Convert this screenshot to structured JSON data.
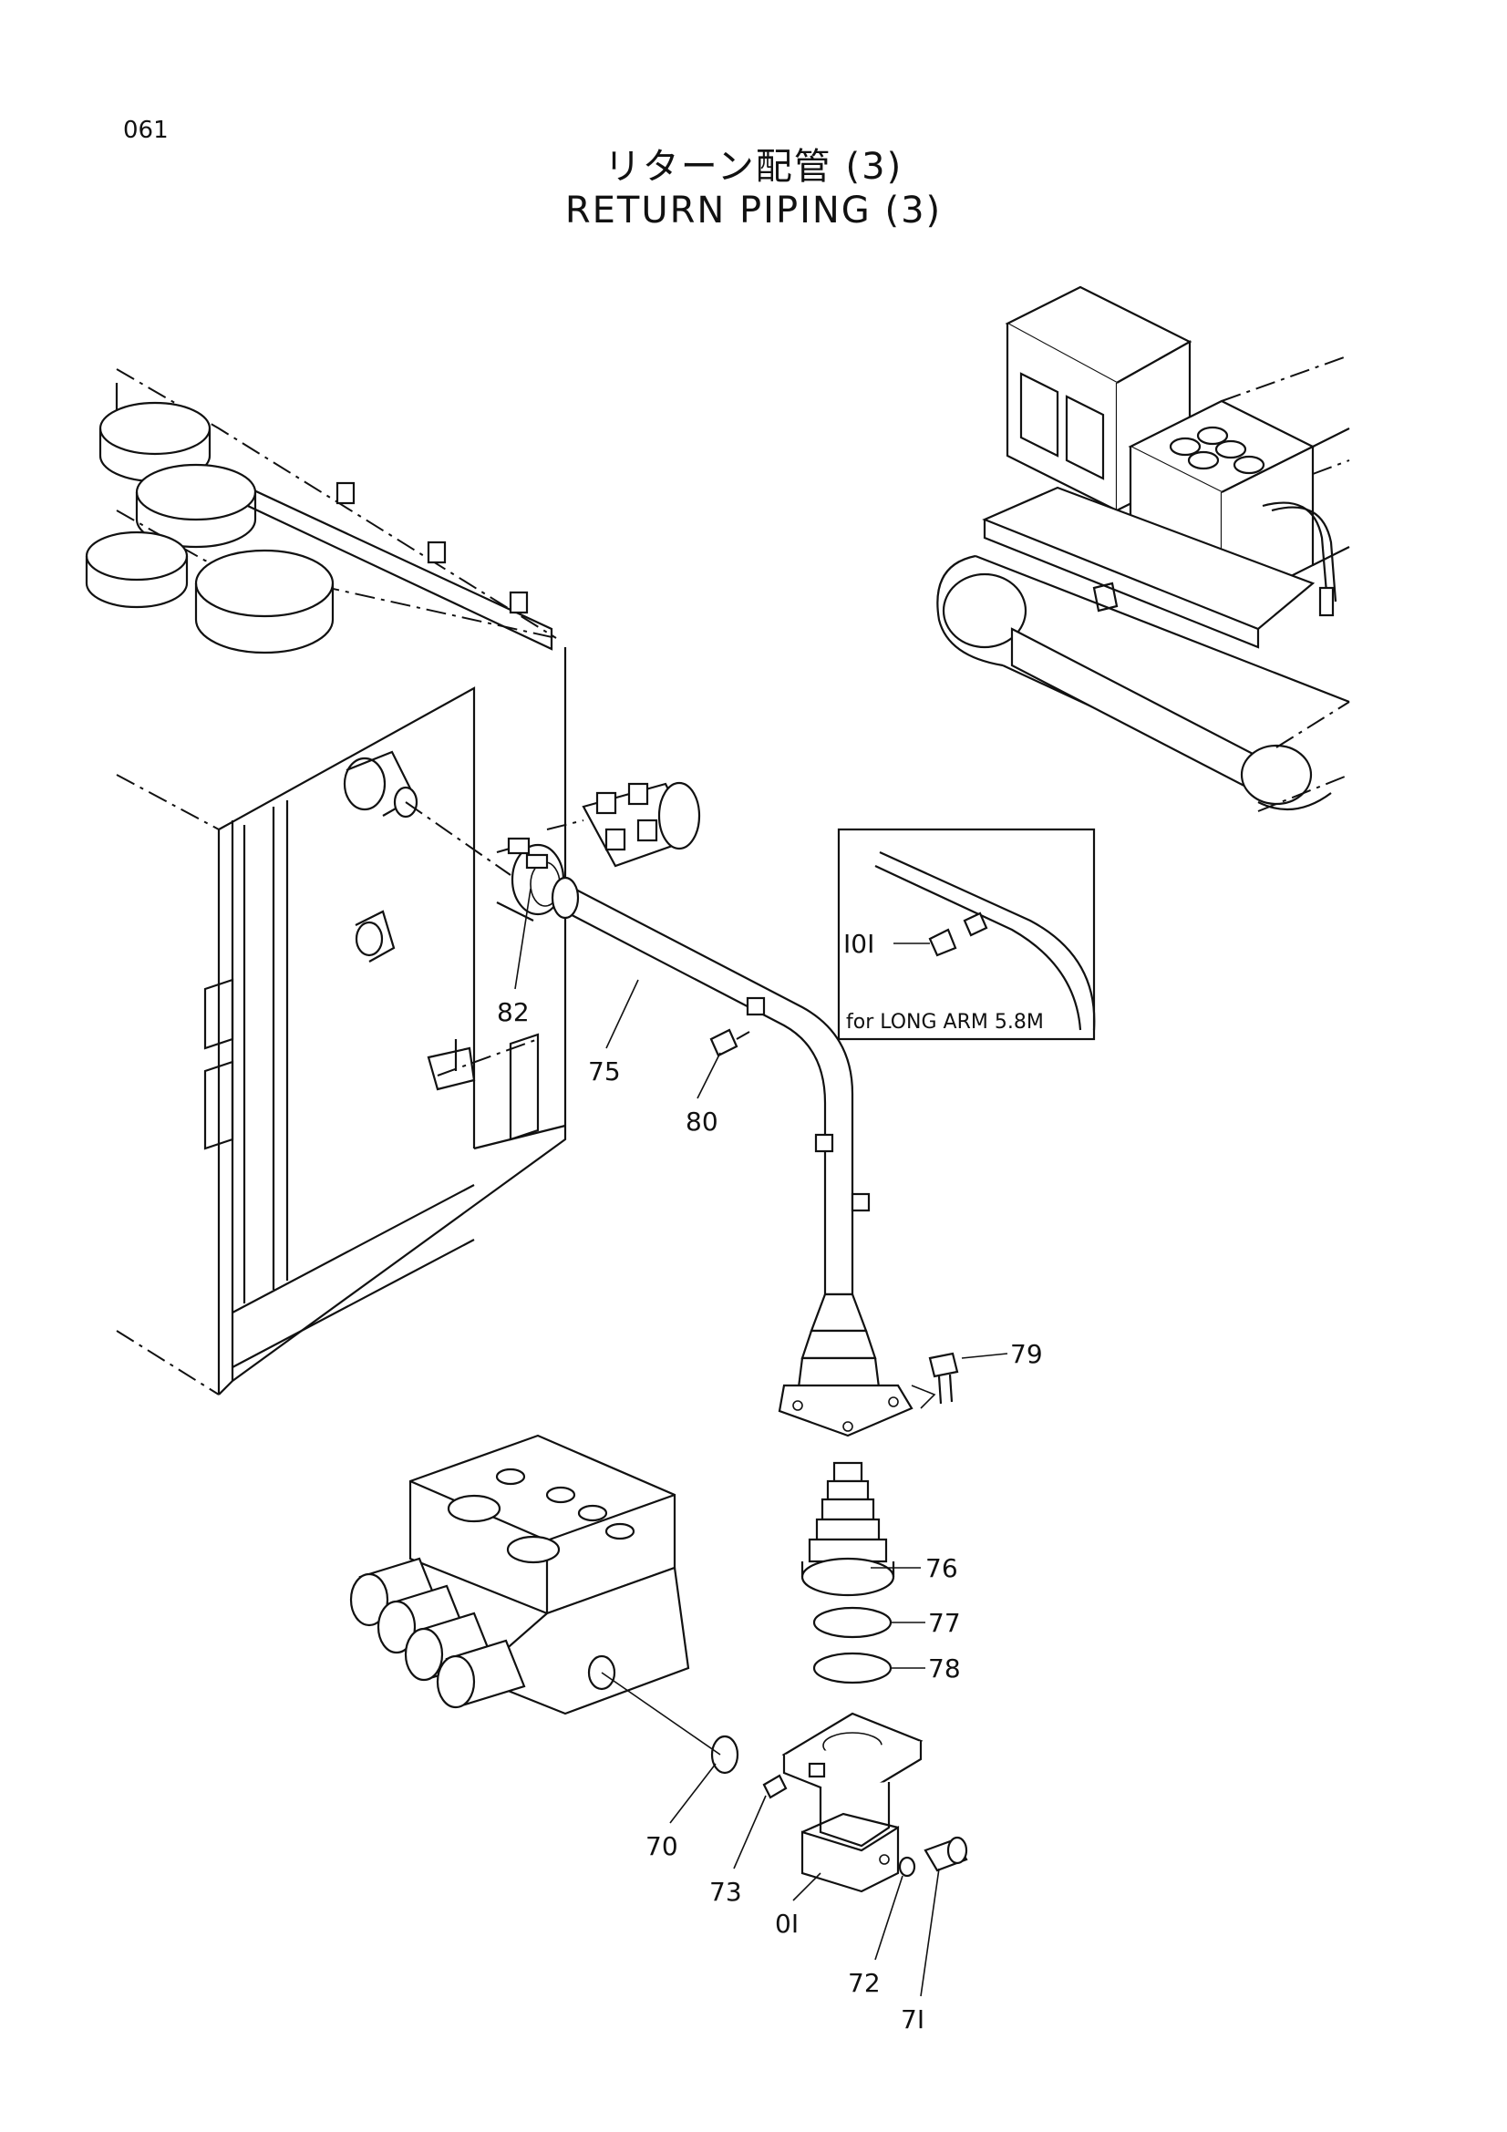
{
  "page_number": "061",
  "title_jp": "リターン配管 (3)",
  "title_en": "RETURN PIPING (3)",
  "inset_caption": "for LONG ARM 5.8M",
  "part_labels": {
    "p82": "82",
    "p75": "75",
    "p80": "80",
    "p101": "I0I",
    "p79": "79",
    "p76": "76",
    "p77": "77",
    "p78": "78",
    "p70": "70",
    "p73": "73",
    "p01": "0I",
    "p72": "72",
    "p71": "7I"
  }
}
